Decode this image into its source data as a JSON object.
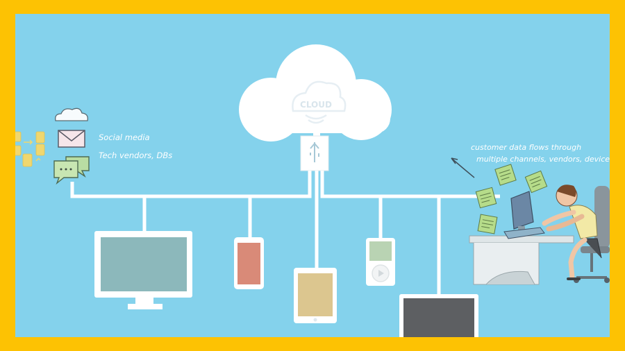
{
  "cloud": {
    "label": "CLOUD"
  },
  "sources": {
    "social_media": "Social media",
    "tech_vendors": "Tech vendors, DBs"
  },
  "annotation": {
    "line1": "customer data flows through",
    "line2": "multiple channels, vendors, devices"
  },
  "colors": {
    "frame": "#fdc203",
    "background": "#84d2ec",
    "lines": "#ffffff",
    "monitor_screen": "#8cb8bb",
    "phone_screen": "#d98a78",
    "tablet_screen": "#dcc68f",
    "ipod_screen": "#b9d3b3",
    "laptop_screen": "#5d5f62",
    "document": "#b6dc8a"
  }
}
